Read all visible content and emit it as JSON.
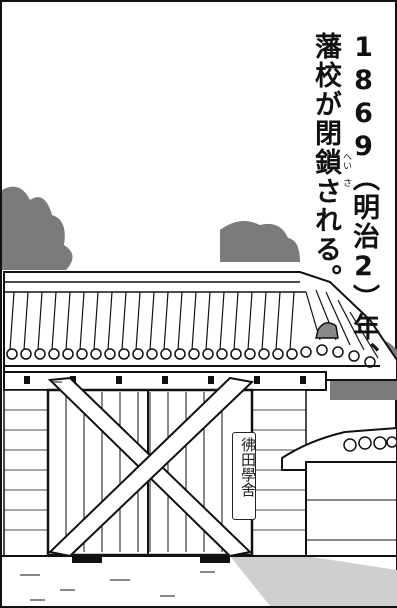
{
  "caption": {
    "line1": "1869（明治2）年、",
    "line2": "藩校が閉鎖される。",
    "ruby_hei": "へい",
    "ruby_sa": "さ"
  },
  "gate_plaque": "彿田學舍",
  "colors": {
    "ink": "#111111",
    "tree": "#7a7a7a",
    "sky": "#ffffff",
    "ground_shadow": "#cfcfcf"
  }
}
